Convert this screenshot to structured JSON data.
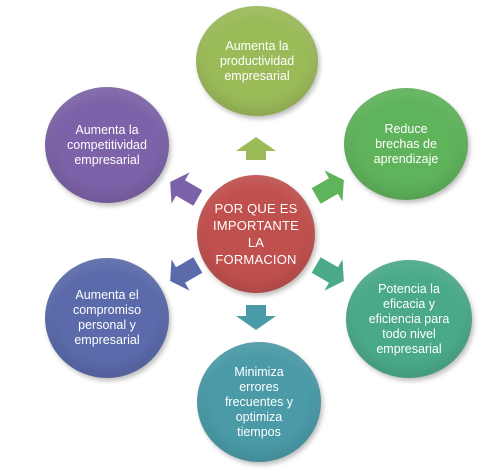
{
  "center": {
    "line1": "POR QUE ES",
    "line2": "IMPORTANTE",
    "line3": "LA",
    "line4": "FORMACION",
    "color": "#c0504d"
  },
  "nodes": [
    {
      "key": "top",
      "lines": [
        "Aumenta la",
        "productividad",
        "empresarial"
      ],
      "color": "#9bbb59"
    },
    {
      "key": "top-right",
      "lines": [
        "Reduce",
        "brechas de",
        "aprendizaje"
      ],
      "color": "#5fb35a"
    },
    {
      "key": "bottom-right",
      "lines": [
        "Potencia la",
        "eficacia y",
        "eficiencia para",
        "todo nivel",
        "empresarial"
      ],
      "color": "#4aaa88"
    },
    {
      "key": "bottom",
      "lines": [
        "Minimiza",
        "errores",
        "frecuentes y",
        "optimiza",
        "tiempos"
      ],
      "color": "#4a9aa8"
    },
    {
      "key": "bottom-left",
      "lines": [
        "Aumenta el",
        "compromiso",
        "personal y",
        "empresarial"
      ],
      "color": "#5a6aaa"
    },
    {
      "key": "top-left",
      "lines": [
        "Aumenta la",
        "competitividad",
        "empresarial"
      ],
      "color": "#7c62a8"
    }
  ],
  "arrow_colors": {
    "top": "#9bbb59",
    "top-right": "#5fb35a",
    "bottom-right": "#4aaa88",
    "bottom": "#4a9aa8",
    "bottom-left": "#5a6aaa",
    "top-left": "#7c62a8"
  }
}
